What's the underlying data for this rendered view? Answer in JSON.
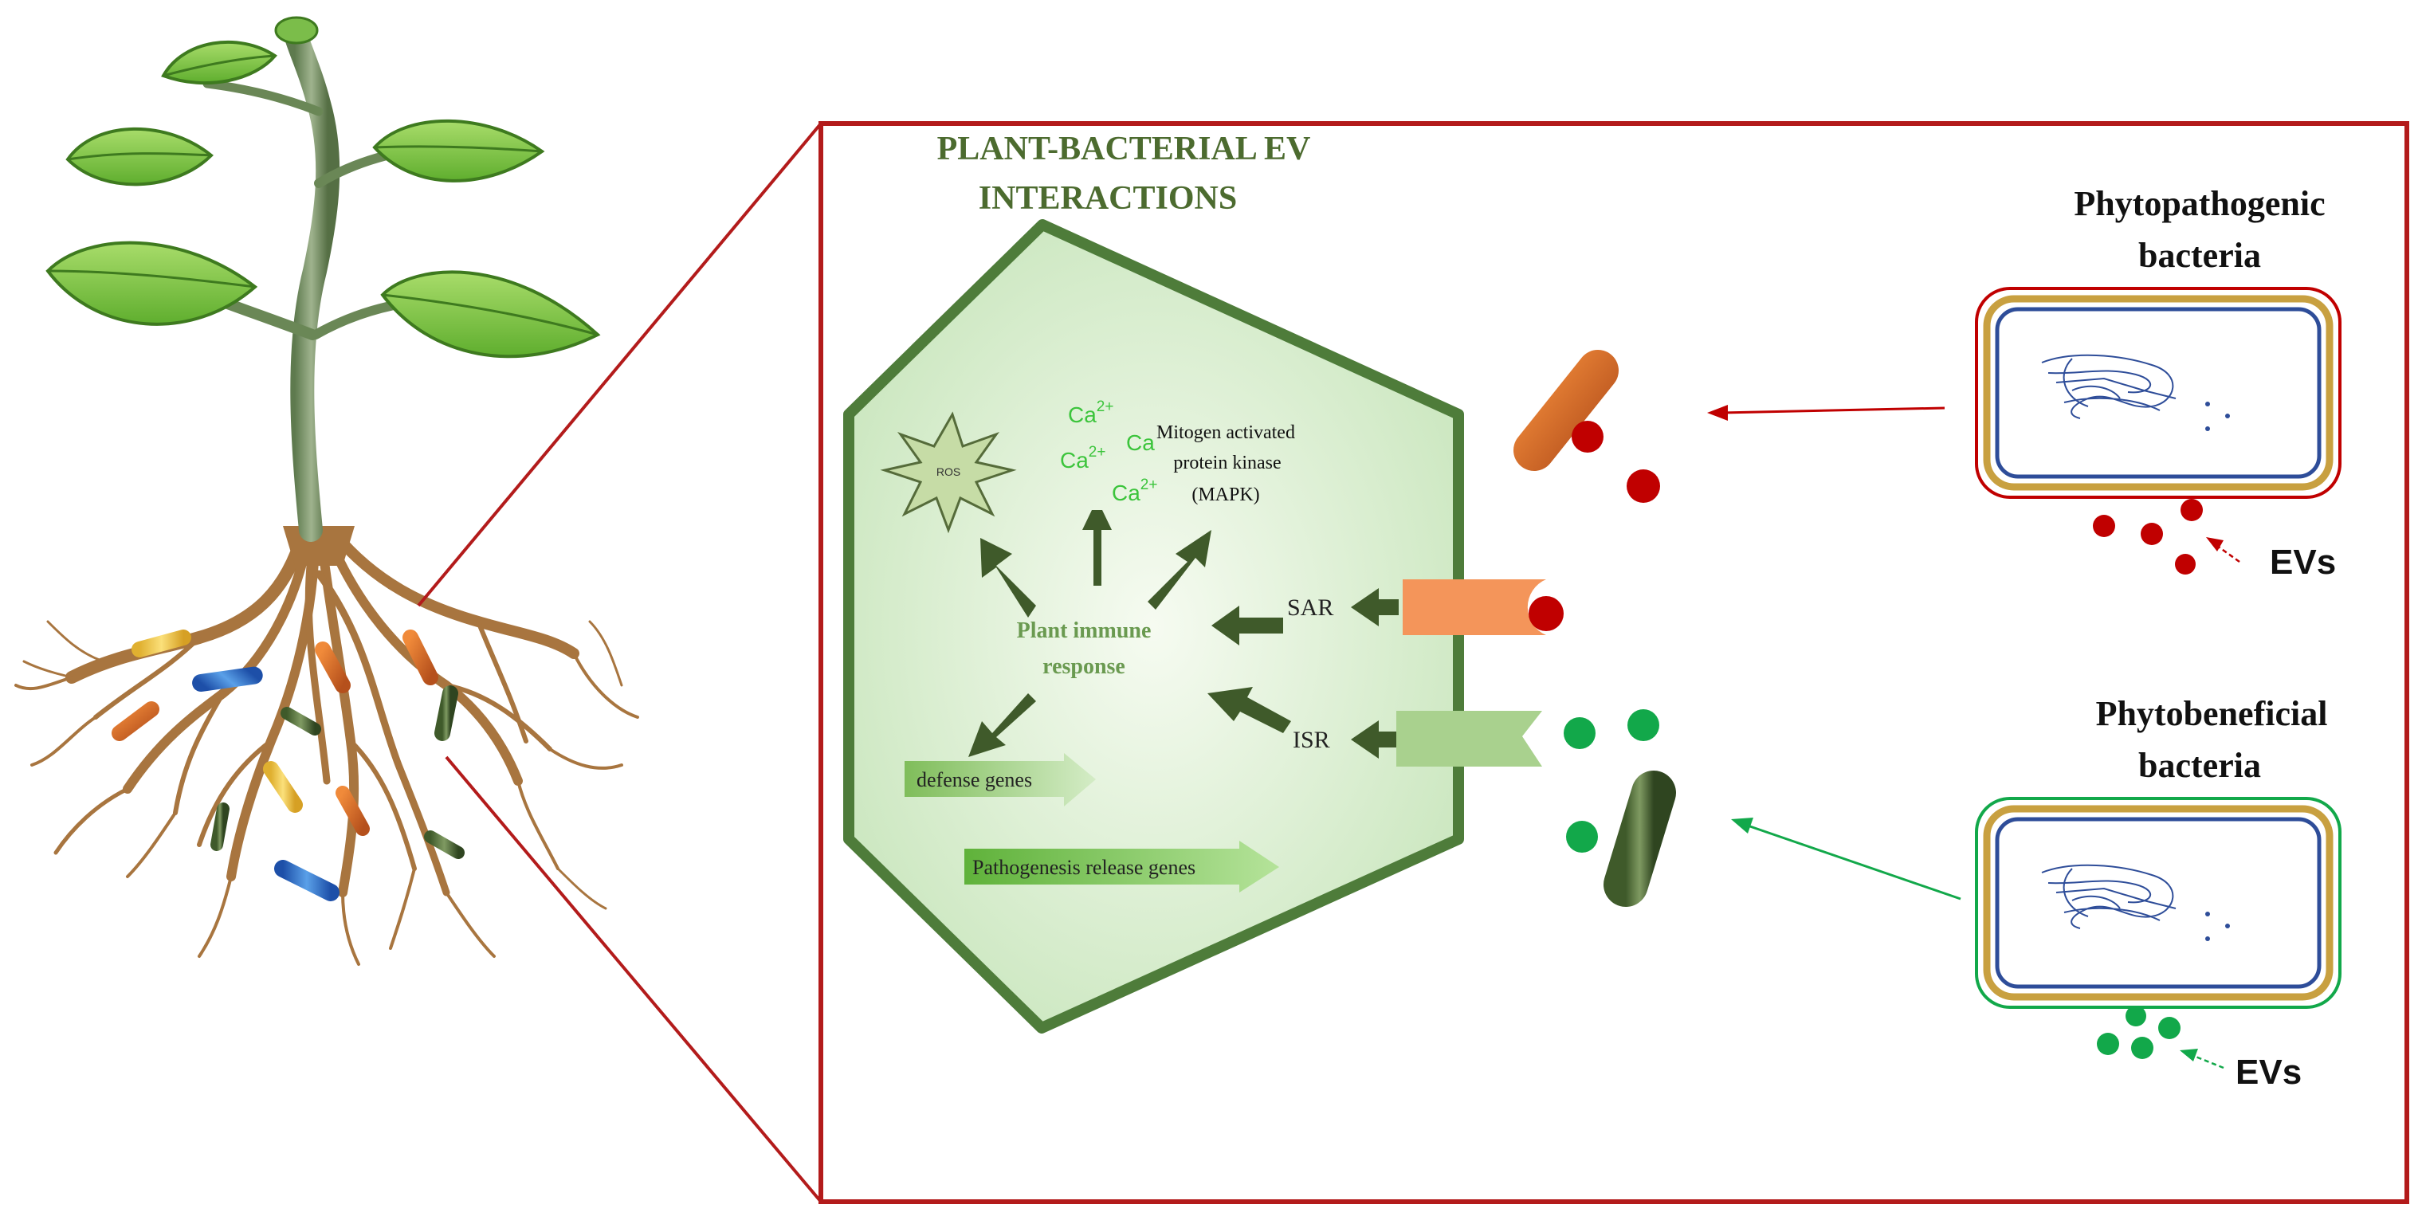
{
  "panel": {
    "title_line1": "PLANT-BACTERIAL EV",
    "title_line2": "INTERACTIONS"
  },
  "cell": {
    "ros_label": "ROS",
    "calcium": {
      "base": "Ca",
      "charge": "2+"
    },
    "mapk_line1": "Mitogen activated",
    "mapk_line2": "protein kinase",
    "mapk_line3": "(MAPK)",
    "immune_line1": "Plant immune",
    "immune_line2": "response",
    "defense_genes": "defense genes",
    "pathogenesis_genes": "Pathogenesis release genes",
    "sar_label": "SAR",
    "isr_label": "ISR"
  },
  "bacteria": {
    "pathogenic_line1": "Phytopathogenic",
    "pathogenic_line2": "bacteria",
    "beneficial_line1": "Phytobeneficial",
    "beneficial_line2": "bacteria",
    "evs_label_top": "EVs",
    "evs_label_bottom": "EVs"
  },
  "colors": {
    "frame_red": "#b31b1b",
    "pathogen_ev_red": "#c00000",
    "beneficial_ev_green": "#12a84a",
    "cell_border": "#4e7c3a",
    "arrow_dark_green": "#3f5a2a",
    "title_green": "#4c6b2f",
    "calcium_green": "#3cc43c",
    "sar_receptor": "#f4955a",
    "isr_receptor": "#a9d18e",
    "wall_gold": "#c8a040",
    "membrane_blue": "#2e4d99"
  }
}
